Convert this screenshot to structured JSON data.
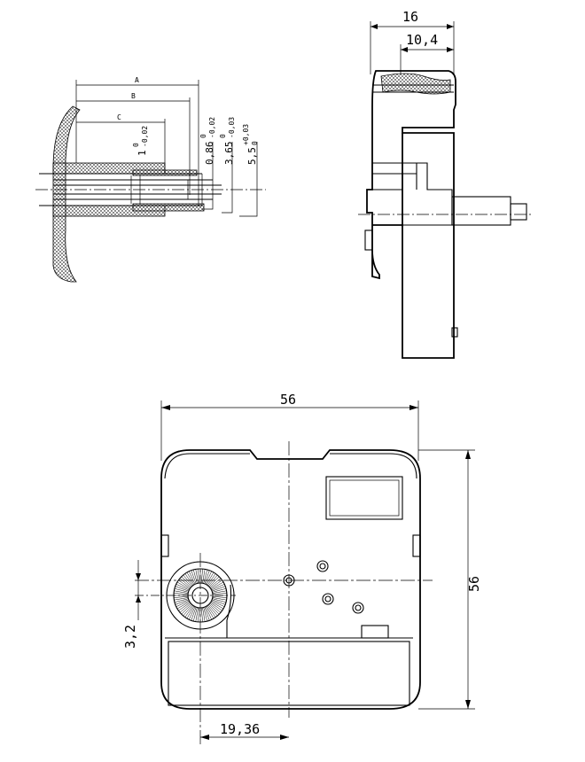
{
  "side_view": {
    "depth": "16",
    "shaft_offset": "10,4"
  },
  "front_view": {
    "width": "56",
    "height": "56",
    "center_offset": "3,2",
    "horizontal_offset": "19,36"
  },
  "section_view": {
    "labels": {
      "a": "A",
      "b": "B",
      "c": "C"
    },
    "tolerances": {
      "t1": "1",
      "t1_up": "0",
      "t1_low": "-0,02",
      "t2": "0,86",
      "t2_up": "0",
      "t2_low": "-0,02",
      "t3": "3,65",
      "t3_up": "0",
      "t3_low": "-0,03",
      "t4": "5,5",
      "t4_up": "+0,03",
      "t4_low": "0"
    }
  }
}
